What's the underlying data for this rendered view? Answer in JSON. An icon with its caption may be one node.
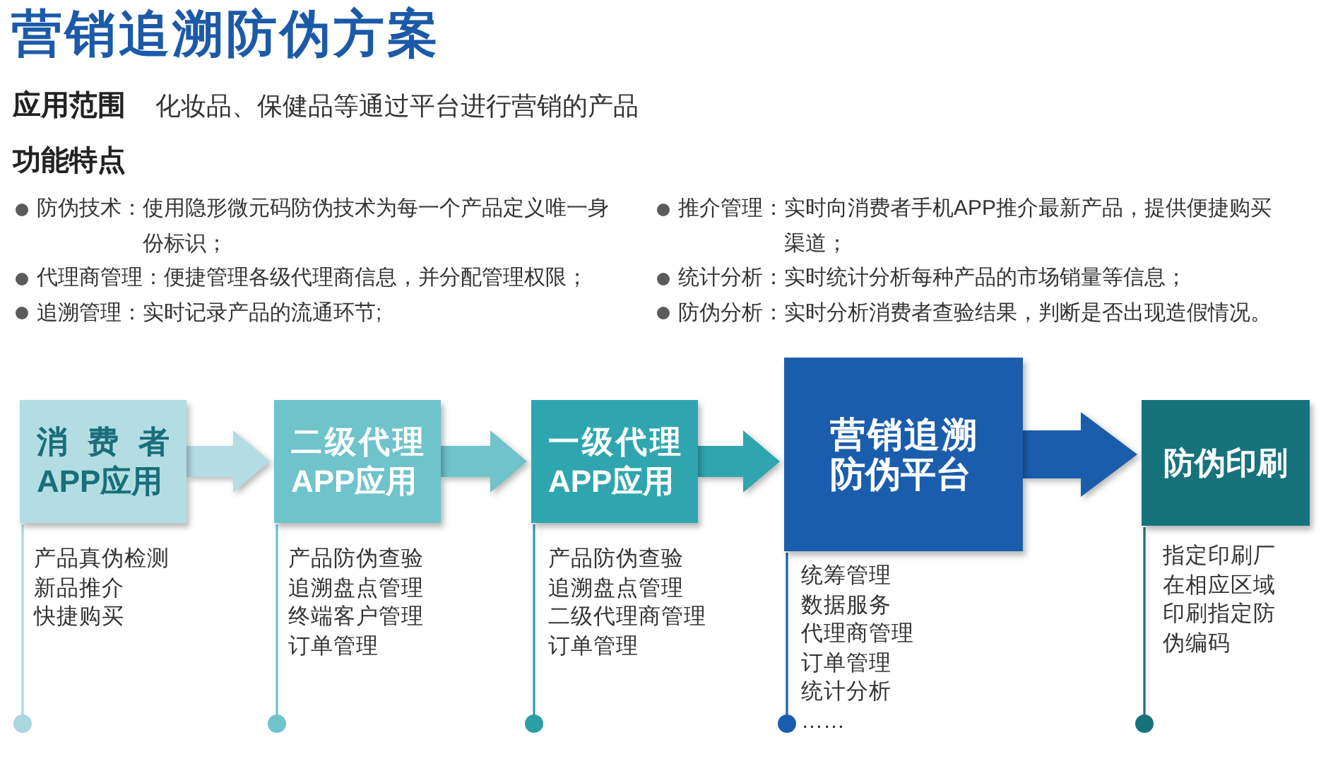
{
  "diagram": {
    "title": "营销追溯防伪方案",
    "nodes": [
      {
        "text": [
          "消费者APP应用"
        ],
        "beside": [
          "产品真伪检测",
          "新品推介",
          "快捷购买"
        ]
      },
      {
        "text": [
          "二级代理APP应用"
        ],
        "beside": [
          "产品防伪查验",
          "追溯盘点管理",
          "终端客户管理",
          "订单管理"
        ]
      },
      {
        "text": [
          "一级代理APP应用"
        ],
        "beside": [
          "产品防伪查验",
          "追溯盘点管理",
          "二级代理商管理",
          "订单管理"
        ]
      },
      {
        "text": [
          "营销追溯防伪平台"
        ],
        "beside": [
          "统筹管理",
          "数据服务",
          "代理商管理",
          "订单管理",
          "统计分析",
          "……"
        ]
      },
      {
        "text": [
          "防伪印刷"
        ],
        "beside": [
          "指定印刷厂在相应区域印刷指定防伪编码"
        ]
      }
    ],
    "edges": [
      {
        "from": 0,
        "to": 1,
        "arrow": "to"
      },
      {
        "from": 1,
        "to": 2,
        "arrow": "to"
      },
      {
        "from": 2,
        "to": 3,
        "arrow": "to"
      },
      {
        "from": 3,
        "to": 4,
        "arrow": "to"
      }
    ],
    "labels": [
      "应用范围",
      "化妆品、保健品等通过平台进行营销的产品",
      "功能特点",
      "防伪技术：使用隐形微元码防伪技术为每一个产品定义唯一身份标识；",
      "代理商管理：便捷管理各级代理商信息，并分配管理权限；",
      "追溯管理：实时记录产品的流通环节;",
      "推介管理：实时向消费者手机APP推介最新产品，提供便捷购买渠道；",
      "统计分析：实时统计分析每种产品的市场销量等信息；",
      "防伪分析：实时分析消费者查验结果，判断是否出现造假情况。"
    ]
  }
}
